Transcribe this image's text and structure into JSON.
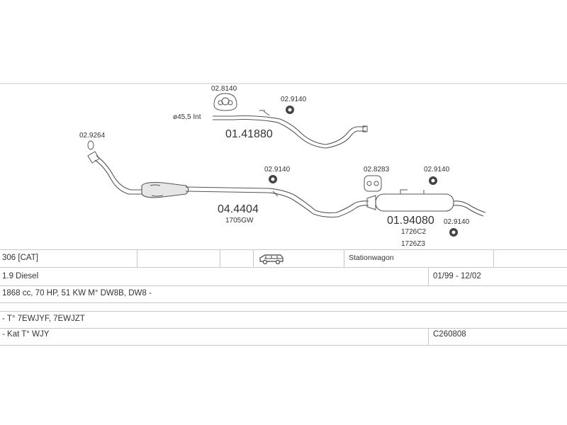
{
  "diagram": {
    "parts": [
      {
        "number": "01.41880"
      },
      {
        "number": "04.4404",
        "ref": "1705GW"
      },
      {
        "number": "01.94080",
        "refs": [
          "1726C2",
          "1726Z3"
        ]
      }
    ],
    "mounts": [
      "02.8140",
      "02.9140",
      "02.9264",
      "02.9140",
      "02.8283",
      "02.9140",
      "02.9140"
    ],
    "pipe_note": "ø45,5 Int"
  },
  "table": {
    "model": "306  [CAT]",
    "body_type": "Stationwagon",
    "engine": "1.9 Diesel",
    "period": "01/99 - 12/02",
    "specs": "1868 cc, 70 HP, 51 KW M° DW8B, DW8 -",
    "engine_codes": "- T° 7EWJYF, 7EWJZT",
    "cat_type": "- Kat T° WJY",
    "ref_code": "C260808"
  },
  "icons": {
    "vehicle": "station-wagon-car-icon",
    "mount": "rubber-hanger-icon"
  }
}
